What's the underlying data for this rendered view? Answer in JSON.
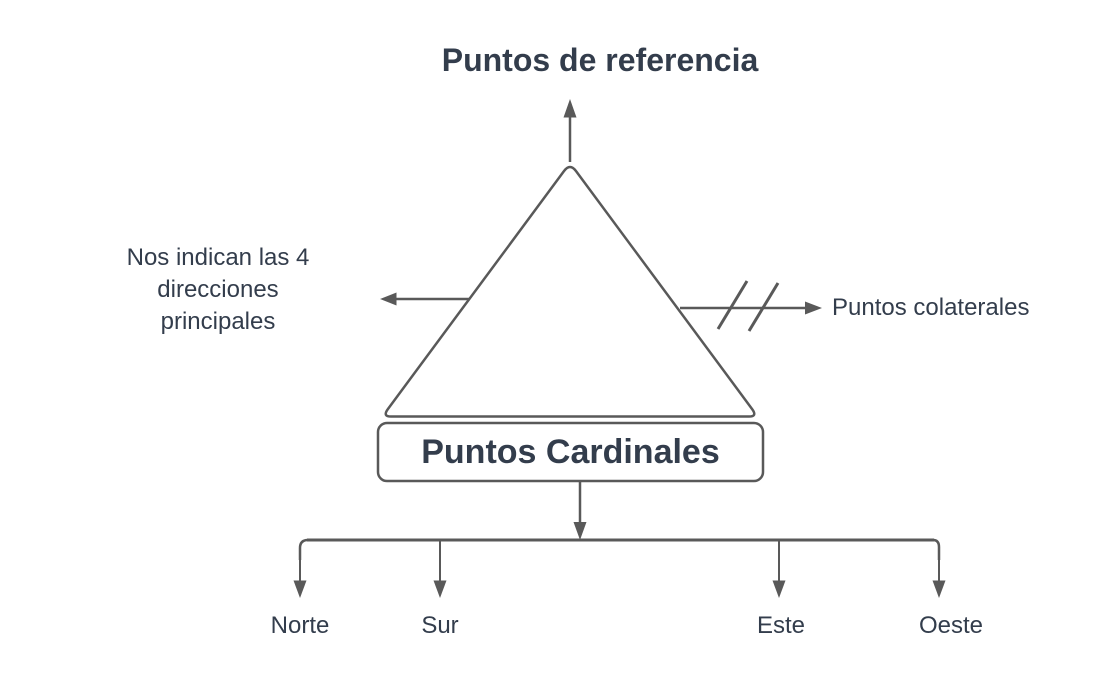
{
  "diagram": {
    "title": "Puntos de referencia",
    "cardinales_box": {
      "label": "Puntos Cardinales"
    },
    "left_annotation": {
      "lines": [
        "Nos indican las 4",
        "direcciones",
        "principales"
      ]
    },
    "right_annotation": {
      "label": "Puntos colaterales"
    },
    "children": [
      "Norte",
      "Sur",
      "Este",
      "Oeste"
    ],
    "colors": {
      "stroke": "#595959",
      "text": "#333d4c",
      "shape_fill": "#ffffff",
      "background": "#ffffff"
    }
  }
}
